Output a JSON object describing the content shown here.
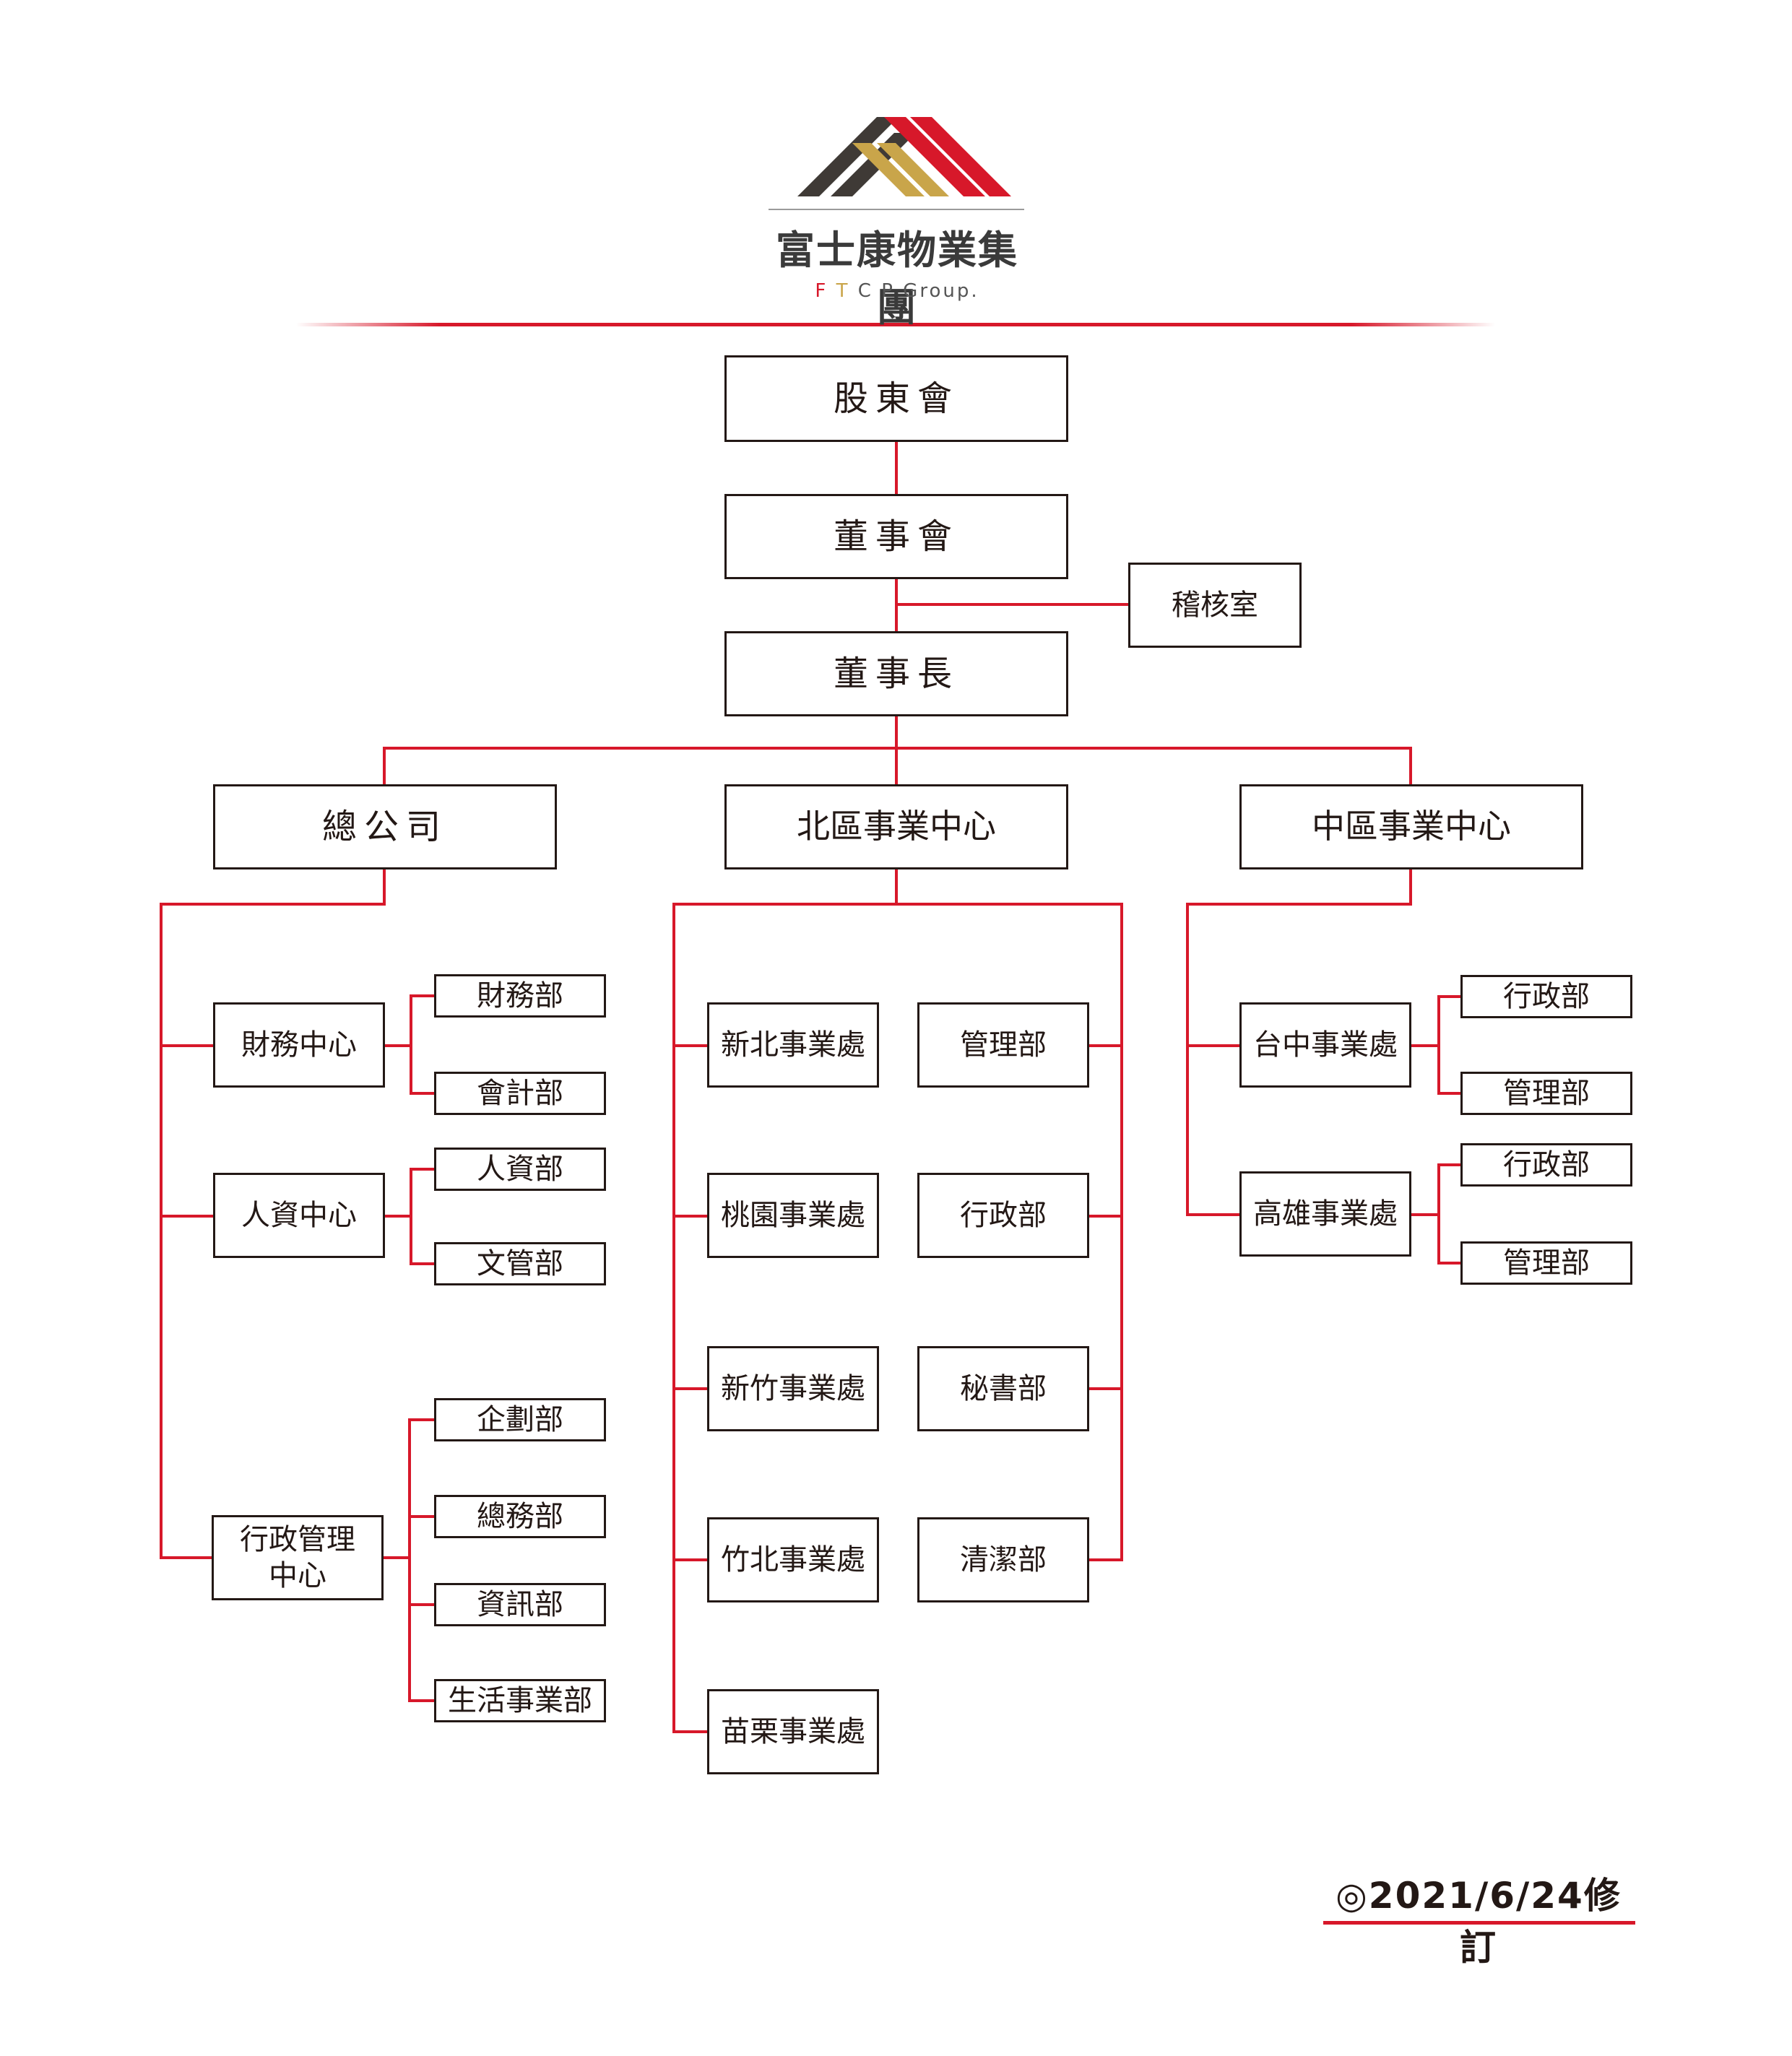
{
  "header": {
    "brand_name": "富士康物業集團",
    "brand_sub": [
      "F",
      "T",
      "C",
      "P",
      "Group."
    ],
    "colors": {
      "red": "#d7182a",
      "dark": "#3f3a36",
      "gold": "#c9a54a",
      "gray": "#b5b5b5"
    }
  },
  "nodes": {
    "shareholders": "股東會",
    "board": "董事會",
    "audit": "稽核室",
    "chairman": "董事長",
    "hq": "總公司",
    "north": "北區事業中心",
    "central": "中區事業中心",
    "hq_finance": "財務中心",
    "hq_finance_1": "財務部",
    "hq_finance_2": "會計部",
    "hq_hr": "人資中心",
    "hq_hr_1": "人資部",
    "hq_hr_2": "文管部",
    "hq_admin": "行政管理\n中心",
    "hq_admin_1": "企劃部",
    "hq_admin_2": "總務部",
    "hq_admin_3": "資訊部",
    "hq_admin_4": "生活事業部",
    "north_1": "新北事業處",
    "north_2": "桃園事業處",
    "north_3": "新竹事業處",
    "north_4": "竹北事業處",
    "north_5": "苗栗事業處",
    "north_d1": "管理部",
    "north_d2": "行政部",
    "north_d3": "秘書部",
    "north_d4": "清潔部",
    "c_taichung": "台中事業處",
    "c_taichung_1": "行政部",
    "c_taichung_2": "管理部",
    "c_kaohsiung": "高雄事業處",
    "c_kaohsiung_1": "行政部",
    "c_kaohsiung_2": "管理部"
  },
  "footer": {
    "revision": "◎2021/6/24修訂"
  }
}
